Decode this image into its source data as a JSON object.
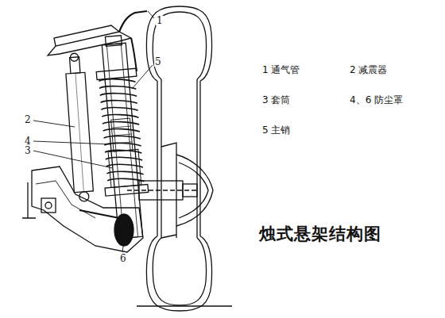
{
  "diagram": {
    "title": "烛式悬架结构图",
    "labels": [
      "1",
      "5",
      "2",
      "4",
      "3",
      "6",
      "1 通气管",
      "2 减震器",
      "3 套筒",
      "4、6 防尘罩",
      "5 主销"
    ]
  }
}
